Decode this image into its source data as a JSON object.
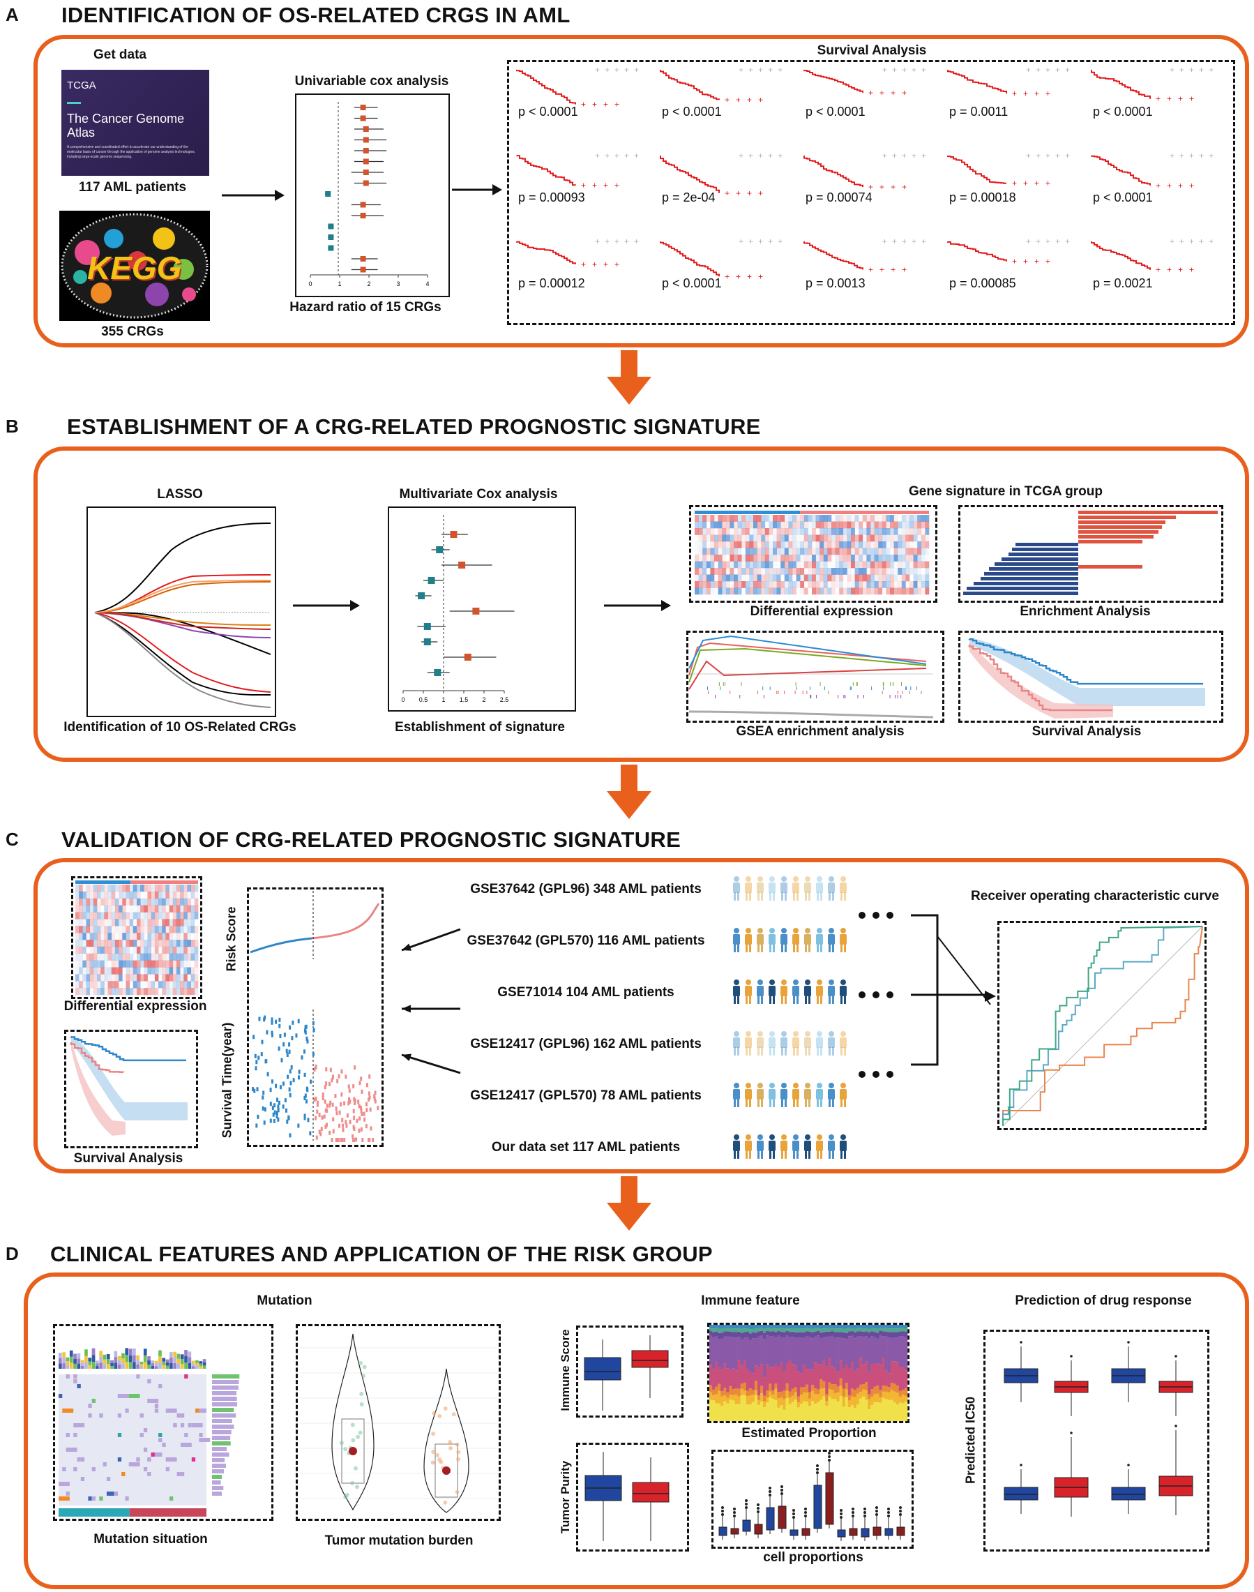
{
  "panels": {
    "a": {
      "letter": "A",
      "title": "IDENTIFICATION OF OS-RELATED CRGS IN AML"
    },
    "b": {
      "letter": "B",
      "title": "ESTABLISHMENT OF A CRG-RELATED PROGNOSTIC SIGNATURE"
    },
    "c": {
      "letter": "C",
      "title": "VALIDATION OF CRG-RELATED PROGNOSTIC SIGNATURE"
    },
    "d": {
      "letter": "D",
      "title": "CLINICAL FEATURES AND APPLICATION OF THE RISK GROUP"
    }
  },
  "a": {
    "get_data": "Get data",
    "tcga_logo": "TCGA",
    "tcga_name": "The Cancer Genome Atlas",
    "tcga_blurb": "A comprehensive and coordinated effort to accelerate our understanding of the molecular basis of cancer through the application of genome analysis technologies, including large-scale genome sequencing.",
    "tcga_caption": "117 AML patients",
    "kegg_logo": "KEGG",
    "kegg_caption": "355 CRGs",
    "cox_title": "Univariable cox analysis",
    "cox_caption": "Hazard ratio of 15 CRGs",
    "forest_ticks": [
      "0",
      "1",
      "2",
      "3",
      "4"
    ],
    "survival_title": "Survival Analysis",
    "pvalues": [
      "p < 0.0001",
      "p < 0.0001",
      "p < 0.0001",
      "p = 0.0011",
      "p < 0.0001",
      "p = 0.00093",
      "p = 2e-04",
      "p = 0.00074",
      "p = 0.00018",
      "p < 0.0001",
      "p = 0.00012",
      "p < 0.0001",
      "p = 0.0013",
      "p = 0.00085",
      "p = 0.0021"
    ]
  },
  "b": {
    "lasso_title": "LASSO",
    "lasso_caption": "Identification of 10 OS-Related CRGs",
    "multi_title": "Multivariate Cox  analysis",
    "multi_caption": "Establishment of  signature",
    "multi_ticks": [
      "0",
      "0.5",
      "1",
      "1.5",
      "2",
      "2.5"
    ],
    "gene_sig_title": "Gene signature in TCGA group",
    "diff_expr": "Differential expression",
    "enrichment": "Enrichment Analysis",
    "gsea": "GSEA enrichment analysis",
    "survival": "Survival Analysis"
  },
  "c": {
    "diff_expr": "Differential expression",
    "survival": "Survival Analysis",
    "risk_score_label": "Risk Score",
    "survival_time_label": "Survival Time(year)",
    "roc_title": "Receiver operating characteristic curve",
    "datasets": [
      "GSE37642 (GPL96) 348 AML patients",
      "GSE37642 (GPL570) 116 AML patients",
      "GSE71014 104 AML patients",
      "GSE12417 (GPL96) 162 AML patients",
      "GSE12417 (GPL570) 78 AML patients",
      "Our data set 117 AML patients"
    ]
  },
  "d": {
    "mutation_title": "Mutation",
    "mutation_situation": "Mutation situation",
    "tmb": "Tumor mutation burden",
    "immune_title": "Immune feature",
    "immune_score": "Immune Score",
    "tumor_purity": "Tumor Purity",
    "estimated_proportion": "Estimated Proportion",
    "cell_proportions": "cell proportions",
    "drug_title": "Prediction of drug response",
    "predicted_ic50": "Predicted IC50"
  },
  "colors": {
    "panel_border": "#e8601c",
    "high_risk": "#e31a1c",
    "low_risk": "#1f4e9c",
    "km_grey": "#b0b0b0",
    "forest_high": "#d2542c",
    "forest_low": "#1f7f8a"
  }
}
